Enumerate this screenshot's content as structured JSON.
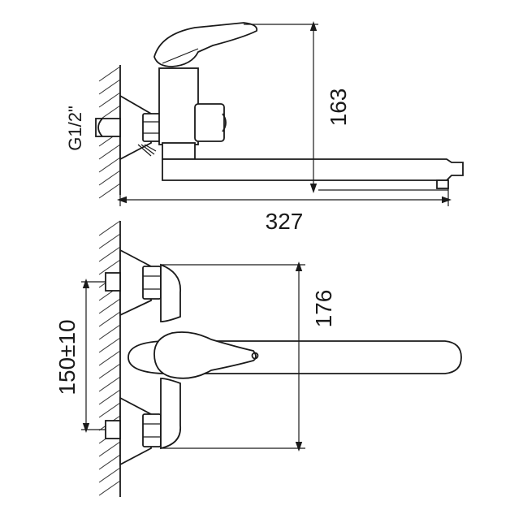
{
  "dimensions": {
    "height_top": "163",
    "length_spout": "327",
    "height_front": "176",
    "spacing": "150±10",
    "thread": "G1/2\""
  },
  "colors": {
    "line": "#1a1a1a",
    "background": "#ffffff"
  }
}
